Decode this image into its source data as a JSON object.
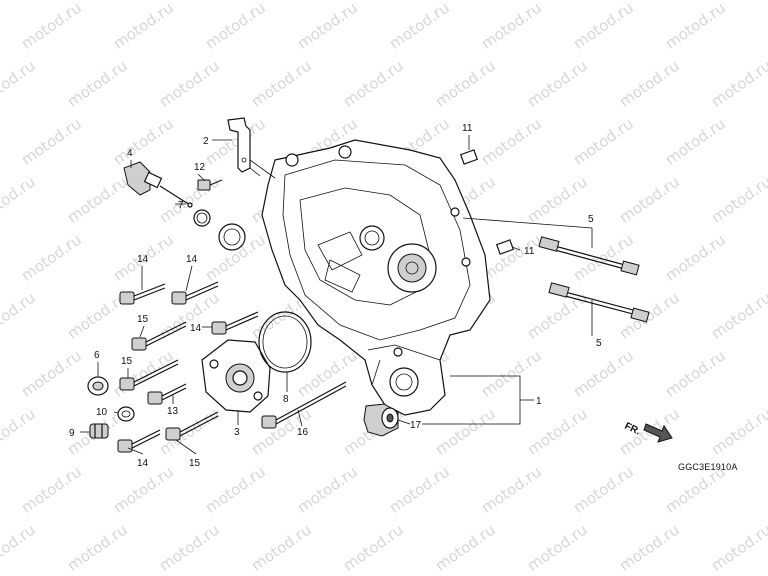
{
  "watermark": "motod.ru",
  "diagram_code": "GGC3E1910A",
  "front_marker": "FR.",
  "callouts": {
    "c1": "1",
    "c2": "2",
    "c3": "3",
    "c4": "4",
    "c5a": "5",
    "c5b": "5",
    "c6": "6",
    "c7": "7",
    "c8": "8",
    "c9": "9",
    "c10": "10",
    "c11a": "11",
    "c11b": "11",
    "c12": "12",
    "c13": "13",
    "c14a": "14",
    "c14b": "14",
    "c14c": "14",
    "c14d": "14",
    "c15a": "15",
    "c15b": "15",
    "c15c": "15",
    "c16": "16",
    "c17": "17"
  }
}
